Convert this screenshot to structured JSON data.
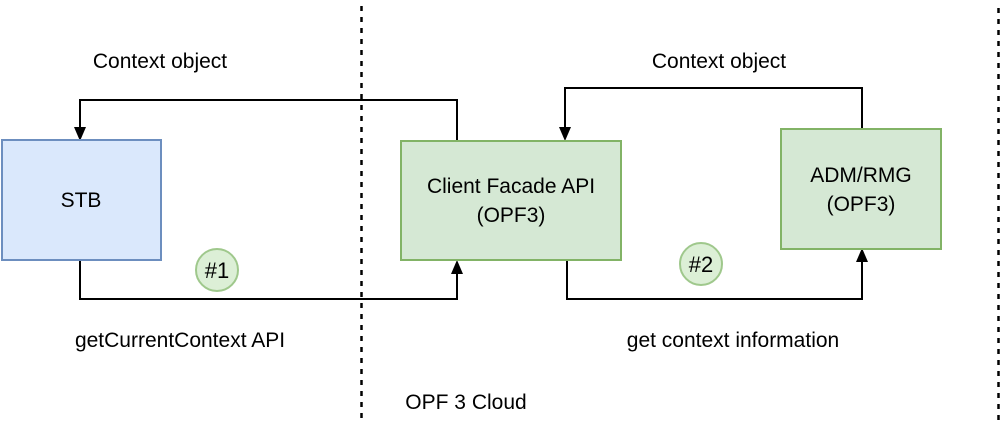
{
  "diagram": {
    "cloud_label": "OPF 3 Cloud",
    "colors": {
      "background": "#ffffff",
      "line": "#000000",
      "text": "#000000",
      "blue_node_fill": "#dae8fc",
      "blue_node_border": "#6c8ebf",
      "green_node_fill": "#d5e8d4",
      "green_node_border": "#82b366",
      "badge_fill": "#dcefd6",
      "badge_border": "#9fc88c"
    },
    "nodes": [
      {
        "id": "stb",
        "label": "STB",
        "fill": "#dae8fc",
        "border": "#6c8ebf"
      },
      {
        "id": "client-facade-api",
        "label_line1": "Client Facade API",
        "label_line2": "(OPF3)",
        "fill": "#d5e8d4",
        "border": "#82b366"
      },
      {
        "id": "adm-rmg",
        "label_line1": "ADM/RMG",
        "label_line2": "(OPF3)",
        "fill": "#d5e8d4",
        "border": "#82b366"
      }
    ],
    "edges": [
      {
        "id": "context-object-to-stb",
        "label": "Context object",
        "from": "Client Facade API (OPF3)",
        "to": "STB"
      },
      {
        "id": "get-current-context",
        "label": "getCurrentContext API",
        "badge": "#1",
        "from": "STB",
        "to": "Client Facade API (OPF3)"
      },
      {
        "id": "context-object-to-facade",
        "label": "Context object",
        "from": "ADM/RMG (OPF3)",
        "to": "Client Facade API (OPF3)"
      },
      {
        "id": "get-context-information",
        "label": "get context information",
        "badge": "#2",
        "from": "Client Facade API (OPF3)",
        "to": "ADM/RMG (OPF3)"
      }
    ]
  }
}
